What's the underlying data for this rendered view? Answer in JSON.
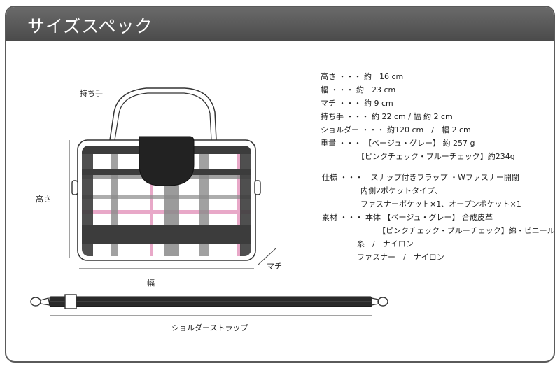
{
  "header": {
    "title": "サイズスペック"
  },
  "diagram": {
    "handle_label": "持ち手",
    "height_label": "高さ",
    "width_label": "幅",
    "depth_label": "マチ",
    "strap_label": "ショルダーストラップ"
  },
  "specs": {
    "height": "高さ ・・・ 約　16 cm",
    "width": "幅 ・・・ 約　23 cm",
    "depth": "マチ ・・・ 約 9 cm",
    "handle": "持ち手 ・・・ 約 22 cm / 幅 約 2 cm",
    "shoulder": "ショルダー ・・・ 約120 cm　/　幅 2 cm",
    "weight_1": "重量 ・・・ 【ベージュ・グレー】 約 257 g",
    "weight_2": "【ピンクチェック・ブルーチェック】約234g",
    "spec_1": "仕様 ・・・　スナップ付きフラップ ・Wファスナー開閉",
    "spec_2": "内側2ポケットタイプ、",
    "spec_3": "ファスナーポケット×1、オープンポケット×1",
    "material_1": "素材 ・・・ 本体 【ベージュ・グレー】 合成皮革",
    "material_2": "【ピンクチェック・ブルーチェック】綿・ビニール",
    "material_3": "糸　/　ナイロン",
    "material_4": "ファスナー　/　ナイロン"
  },
  "colors": {
    "header": "#555555",
    "plaid_dark": "#3c3c3c",
    "plaid_gray": "#8a8a8a",
    "plaid_pink": "#e8a8c8",
    "flap": "#222222"
  }
}
